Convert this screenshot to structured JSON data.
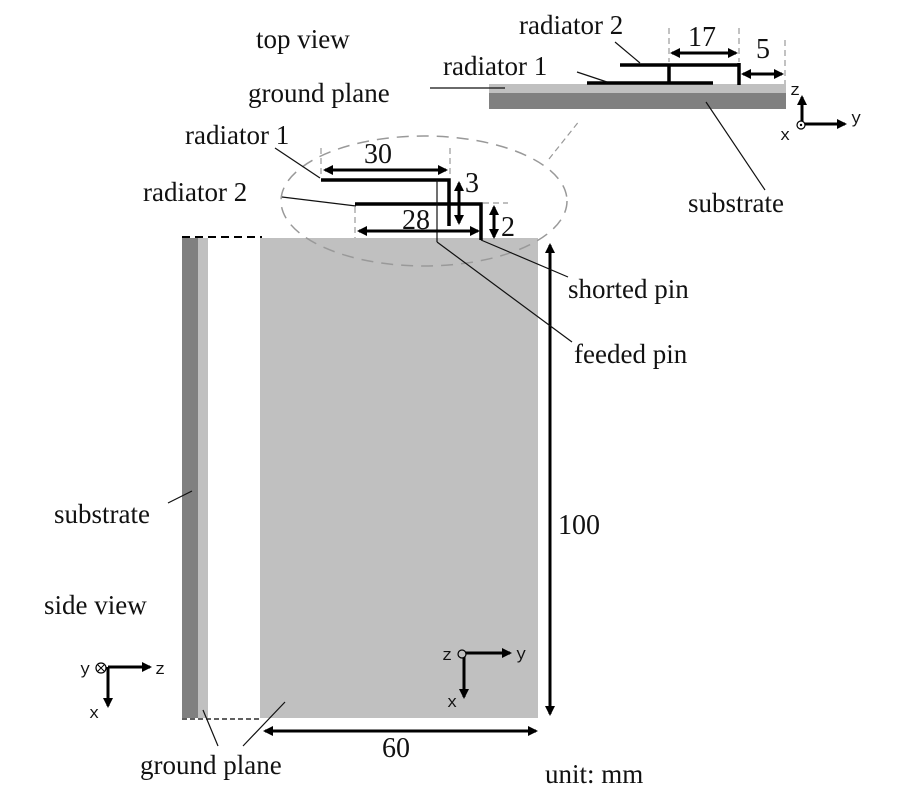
{
  "title_labels": {
    "top_view": "top view",
    "side_view": "side view",
    "unit": "unit: mm"
  },
  "elevation_view": {
    "radiator2": "radiator 2",
    "radiator1": "radiator 1",
    "ground_plane": "ground plane",
    "substrate": "substrate",
    "dim_radiator2_width": "17",
    "dim_edge_gap": "5",
    "axes": {
      "vertical": "z",
      "horizontal": "y",
      "out_of_page": "x"
    }
  },
  "detail_view": {
    "radiator1": "radiator 1",
    "radiator2": "radiator 2",
    "dim_radiator1_length": "30",
    "dim_radiator2_length": "28",
    "dim_radiator1_offset": "3",
    "dim_radiator2_offset": "2",
    "shorted_pin": "shorted pin",
    "feeded_pin": "feeded pin"
  },
  "board": {
    "dim_length": "100",
    "dim_width": "60",
    "axes": {
      "out_of_page": "z",
      "horizontal": "y",
      "vertical": "x"
    }
  },
  "side_strip": {
    "substrate": "substrate",
    "ground_plane": "ground plane",
    "axes": {
      "out_of_page": "y",
      "horizontal": "z",
      "vertical": "x"
    }
  },
  "colors": {
    "ground_plane": "#c0c0c0",
    "substrate": "#808080",
    "ink": "#000000"
  }
}
